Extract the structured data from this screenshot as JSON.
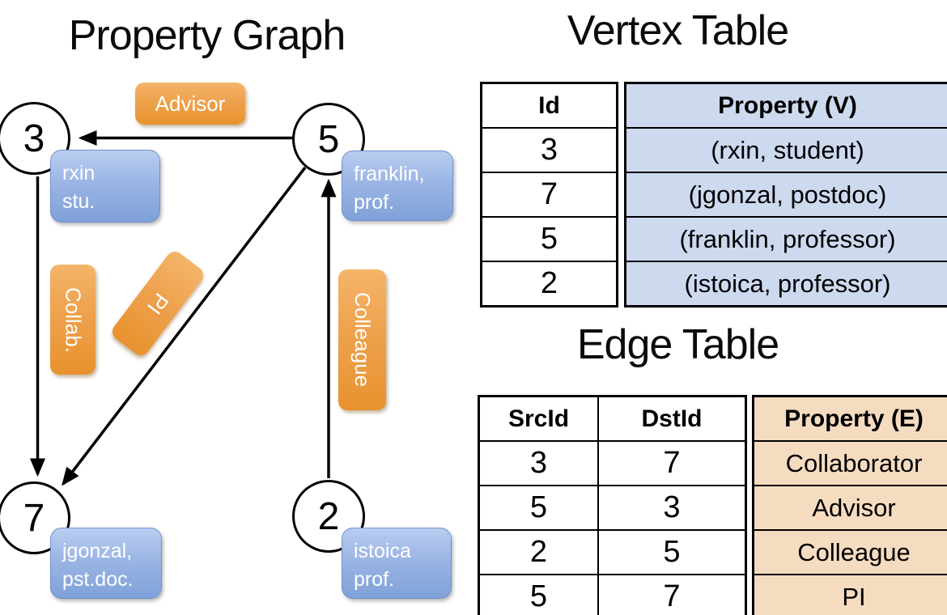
{
  "graph": {
    "title": "Property Graph",
    "nodes": {
      "n3": "3",
      "n5": "5",
      "n7": "7",
      "n2": "2"
    },
    "prop_boxes": {
      "rxin": {
        "line1": "rxin",
        "line2": "stu."
      },
      "franklin": {
        "line1": "franklin,",
        "line2": "prof."
      },
      "jgonzal": {
        "line1": "jgonzal,",
        "line2": "pst.doc."
      },
      "istoica": {
        "line1": "istoica",
        "line2": "prof."
      }
    },
    "edge_labels": {
      "advisor": "Advisor",
      "collab": "Collab.",
      "pi": "PI",
      "colleague": "Colleague"
    }
  },
  "vertex_table": {
    "title": "Vertex Table",
    "col_id": "Id",
    "col_prop": "Property (V)",
    "ids": [
      "3",
      "7",
      "5",
      "2"
    ],
    "props": [
      "(rxin, student)",
      "(jgonzal, postdoc)",
      "(franklin, professor)",
      "(istoica, professor)"
    ]
  },
  "edge_table": {
    "title": "Edge Table",
    "col_src": "SrcId",
    "col_dst": "DstId",
    "col_prop": "Property (E)",
    "src": [
      "3",
      "5",
      "2",
      "5"
    ],
    "dst": [
      "7",
      "3",
      "5",
      "7"
    ],
    "props": [
      "Collaborator",
      "Advisor",
      "Colleague",
      "PI"
    ]
  },
  "colors": {
    "edge_label_orange": "#eb9b3d",
    "vertex_box_blue": "#8fadde",
    "vertex_cell_bg": "#cdd9ee",
    "edge_cell_bg": "#f5dcc0",
    "line_black": "#000000"
  }
}
